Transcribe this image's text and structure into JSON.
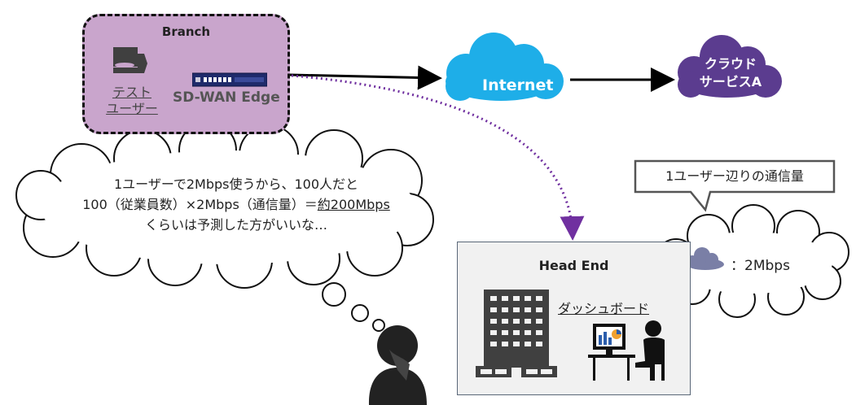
{
  "branch": {
    "title": "Branch",
    "test_user_line1": "テスト",
    "test_user_line2": "ユーザー",
    "edge_label": "SD-WAN Edge"
  },
  "internet": {
    "label": "Internet"
  },
  "cloud_service": {
    "line1": "クラウド",
    "line2": "サービスA"
  },
  "head_end": {
    "title": "Head End",
    "dashboard_label": "ダッシュボード"
  },
  "thought": {
    "line1": "1ユーザーで2Mbps使うから、100人だと",
    "line2_prefix": "100（従業員数）×2Mbps（通信量）＝",
    "line2_emphasis": "約200Mbps",
    "line3": "くらいは予測した方がいいな…"
  },
  "callout": {
    "text": "1ユーザー辺りの通信量"
  },
  "rate": {
    "text": "：2Mbps"
  },
  "colors": {
    "branch_fill": "#c9a5cc",
    "internet_cloud": "#1eaee8",
    "service_cloud": "#5b3c8f",
    "dotted_arrow": "#7030a0",
    "small_cloud": "#7a7fa6"
  },
  "icons": [
    "computer-icon",
    "router-icon",
    "cloud-icon",
    "building-icon",
    "monitor-chart-icon",
    "person-icon",
    "thinking-person-icon"
  ]
}
